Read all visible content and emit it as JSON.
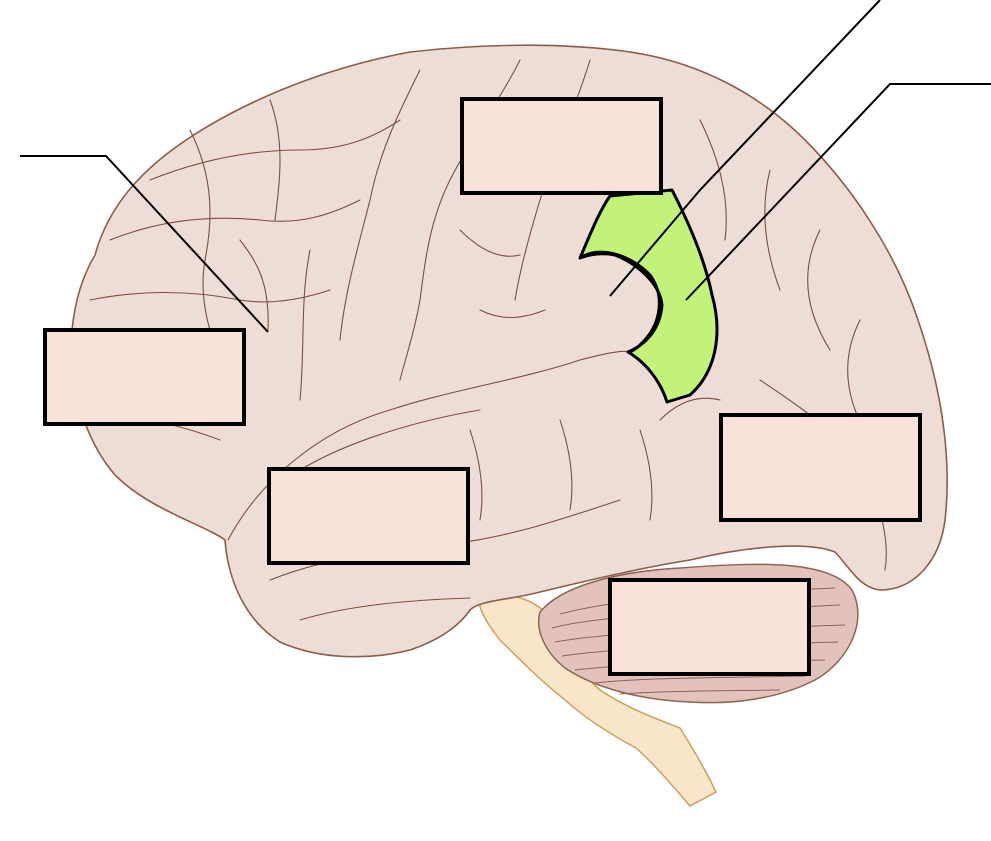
{
  "diagram": {
    "colors": {
      "cortex": "#eeddd7",
      "cortex_outline": "#8a5e4a",
      "sulcus": "#7a5040",
      "highlight": "#c2f27a",
      "brainstem": "#f9e6c8",
      "brainstem_outline": "#c9a060",
      "cerebellum": "#e3c2bb",
      "cerebellum_lines": "#8c6457",
      "leader_line": "#000000",
      "label_box_fill": "#f8e2da",
      "label_box_border": "#000000"
    },
    "labels": [
      {
        "id": "frontal-lobe",
        "text": ""
      },
      {
        "id": "parietal-lobe",
        "text": ""
      },
      {
        "id": "temporal-lobe",
        "text": ""
      },
      {
        "id": "occipital-lobe",
        "text": ""
      },
      {
        "id": "cerebellum",
        "text": ""
      }
    ]
  }
}
